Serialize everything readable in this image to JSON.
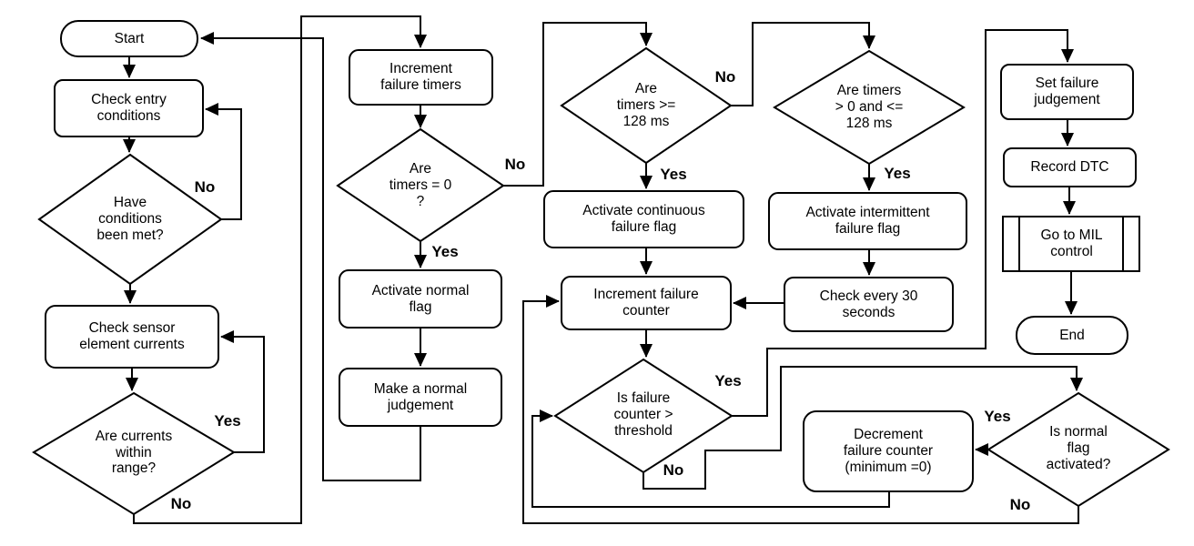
{
  "flowchart": {
    "background_color": "#ffffff",
    "line_color": "#000000",
    "node_fill_color": "#ffffff",
    "nodes": {
      "start": "Start",
      "check_entry_conditions": "Check entry\nconditions",
      "have_conditions_been_met": "Have\nconditions\nbeen met?",
      "check_sensor_element_currents": "Check sensor\nelement currents",
      "are_currents_within_range": "Are currents\nwithin\nrange?",
      "increment_failure_timers": "Increment\nfailure timers",
      "are_timers_zero": "Are\ntimers = 0\n?",
      "activate_normal_flag": "Activate normal\nflag",
      "make_a_normal_judgement": "Make a normal\njudgement",
      "are_timers_ge_128ms": "Are\ntimers >=\n128 ms",
      "activate_continuous_failure_flag": "Activate continuous\nfailure flag",
      "are_timers_gt0_le_128ms": "Are timers\n> 0 and <=\n128 ms",
      "activate_intermittent_failure_flag": "Activate intermittent\nfailure flag",
      "increment_failure_counter": "Increment failure\ncounter",
      "check_every_30_seconds": "Check every 30\nseconds",
      "is_failure_counter_gt_threshold": "Is failure\ncounter >\nthreshold",
      "decrement_failure_counter": "Decrement\nfailure counter\n(minimum =0)",
      "is_normal_flag_activated": "Is normal\nflag\nactivated?",
      "set_failure_judgement": "Set failure\njudgement",
      "record_dtc": "Record DTC",
      "go_to_mil_control": "Go to MIL\ncontrol",
      "end": "End"
    },
    "edge_labels": {
      "have_conditions_no": "No",
      "currents_range_yes": "Yes",
      "currents_range_no": "No",
      "timers_zero_no": "No",
      "timers_zero_yes": "Yes",
      "timers_ge_yes": "Yes",
      "timers_ge_no": "No",
      "timers_between_yes": "Yes",
      "counter_threshold_yes": "Yes",
      "counter_threshold_no": "No",
      "normal_flag_yes": "Yes",
      "normal_flag_no": "No"
    }
  }
}
